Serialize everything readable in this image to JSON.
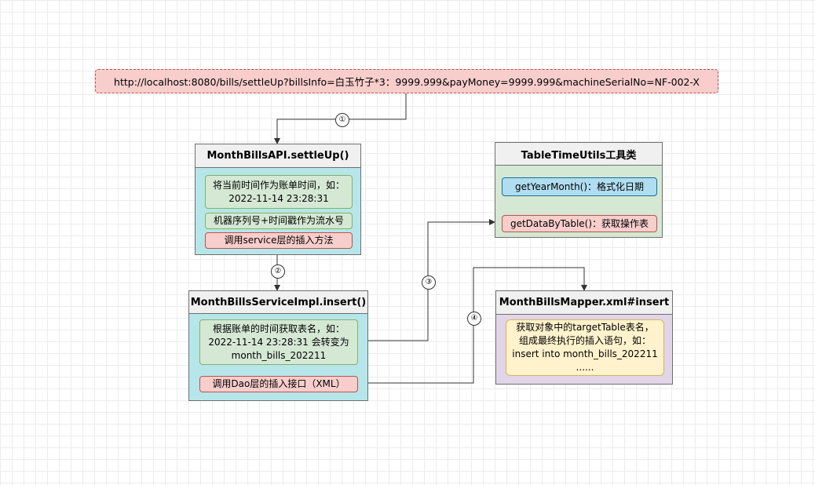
{
  "url_box": {
    "text": "http://localhost:8080/bills/settleUp?billsInfo=白玉竹子*3：9999.999&payMoney=9999.999&machineSerialNo=NF-002-X"
  },
  "api_card": {
    "title": "MonthBillsAPI.settleUp()",
    "items": [
      {
        "lines": [
          "将当前时间作为账单时间，如：",
          "2022-11-14 23:28:31"
        ]
      },
      {
        "lines": [
          "机器序列号+时间戳作为流水号"
        ]
      },
      {
        "lines": [
          "调用service层的插入方法"
        ]
      }
    ]
  },
  "service_card": {
    "title": "MonthBillsServiceImpl.insert()",
    "items": [
      {
        "lines": [
          "根据账单的时间获取表名，如：",
          "2022-11-14 23:28:31 会转变为",
          "month_bills_202211"
        ]
      },
      {
        "lines": [
          "调用Dao层的插入接口（XML）"
        ]
      }
    ]
  },
  "utils_card": {
    "title": "TableTimeUtils工具类",
    "items": [
      {
        "lines": [
          "getYearMonth()：格式化日期"
        ]
      },
      {
        "lines": [
          "getDataByTable()：获取操作表"
        ]
      }
    ]
  },
  "mapper_card": {
    "title": "MonthBillsMapper.xml#insert",
    "items": [
      {
        "lines": [
          "获取对象中的targetTable表名，",
          "组成最终执行的插入语句，如：",
          "insert into month_bills_202211",
          "......"
        ]
      }
    ]
  },
  "steps": [
    "①",
    "②",
    "③",
    "④"
  ],
  "colors": {
    "url_fill": "#f8cecc",
    "blue_card": "#b6e6ea",
    "green_card": "#d5e8d4",
    "purple_card": "#e1d5e7",
    "item_green": "#d5e8d4",
    "item_red": "#f8cecc",
    "item_cyan": "#b1ddf0",
    "item_yellow": "#fff2cc"
  }
}
